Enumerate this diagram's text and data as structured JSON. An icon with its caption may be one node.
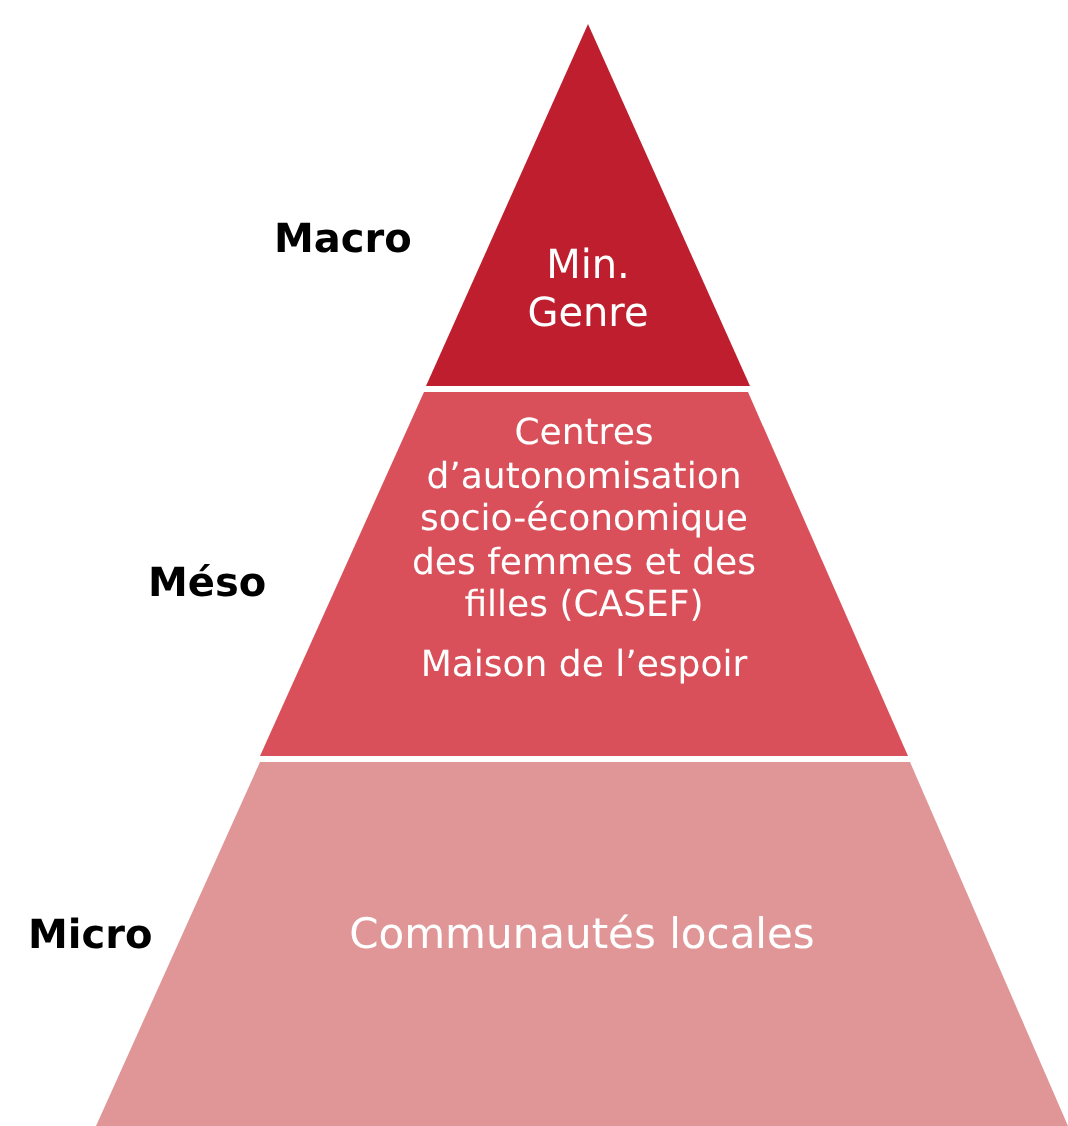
{
  "diagram": {
    "nodes": [
      {
        "text": [
          "Min. Genre"
        ],
        "beside": [
          "Macro"
        ]
      },
      {
        "text": [
          "Centres d’autonomisation socio-économique des femmes et des filles (CASEF)",
          "Maison de l’espoir"
        ],
        "beside": [
          "Méso"
        ]
      },
      {
        "text": [
          "Communautés locales"
        ],
        "beside": [
          "Micro"
        ]
      }
    ]
  }
}
